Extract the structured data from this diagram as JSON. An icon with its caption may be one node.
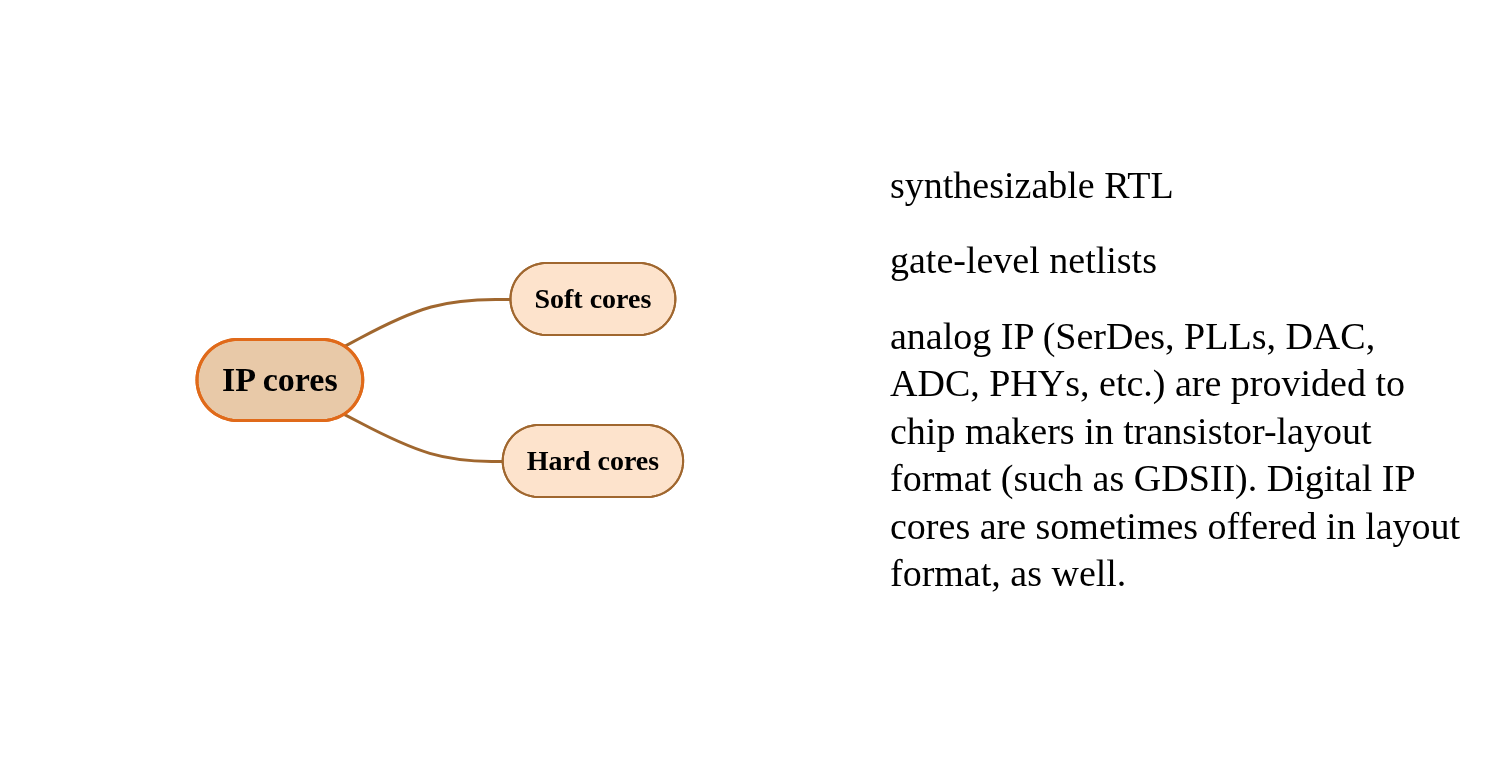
{
  "diagram": {
    "nodes": [
      {
        "text": [
          "IP cores"
        ]
      },
      {
        "text": [
          "Soft cores"
        ]
      },
      {
        "text": [
          "Hard cores"
        ]
      }
    ],
    "edges": [
      {
        "from": 0,
        "to": 1,
        "arrow": "none"
      },
      {
        "from": 0,
        "to": 2,
        "arrow": "none"
      }
    ],
    "labels": [
      "synthesizable RTL",
      "gate-level netlists",
      "analog IP (SerDes, PLLs, DAC, ADC, PHYs, etc.) are provided to chip makers in transistor-layout format (such as GDSII). Digital IP cores are sometimes offered in layout format, as well."
    ]
  }
}
